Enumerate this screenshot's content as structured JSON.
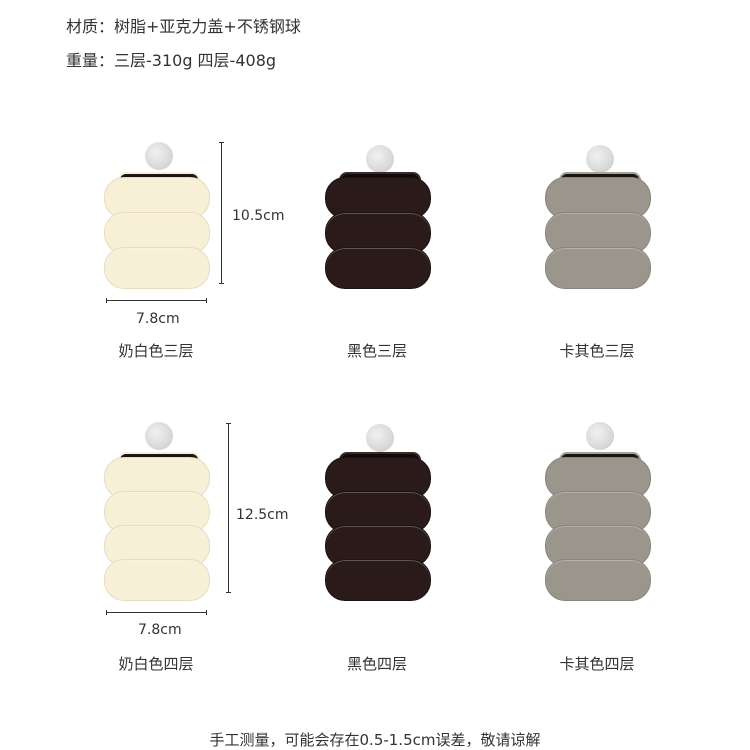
{
  "specs": {
    "material": "材质：树脂+亚克力盖+不锈钢球",
    "weight": "重量：三层-310g  四层-408g"
  },
  "dimensions": {
    "three_layer_height": "10.5cm",
    "four_layer_height": "12.5cm",
    "width": "7.8cm"
  },
  "products": [
    {
      "name": "奶白色三层",
      "color": "#f7efd6",
      "layers": 3
    },
    {
      "name": "黑色三层",
      "color": "#2a1b1a",
      "layers": 3
    },
    {
      "name": "卡其色三层",
      "color": "#9b968c",
      "layers": 3
    },
    {
      "name": "奶白色四层",
      "color": "#f7efd6",
      "layers": 4
    },
    {
      "name": "黑色四层",
      "color": "#2a1b1a",
      "layers": 4
    },
    {
      "name": "卡其色四层",
      "color": "#9b968c",
      "layers": 4
    }
  ],
  "footnote": "手工测量，可能会存在0.5-1.5cm误差，敬请谅解"
}
